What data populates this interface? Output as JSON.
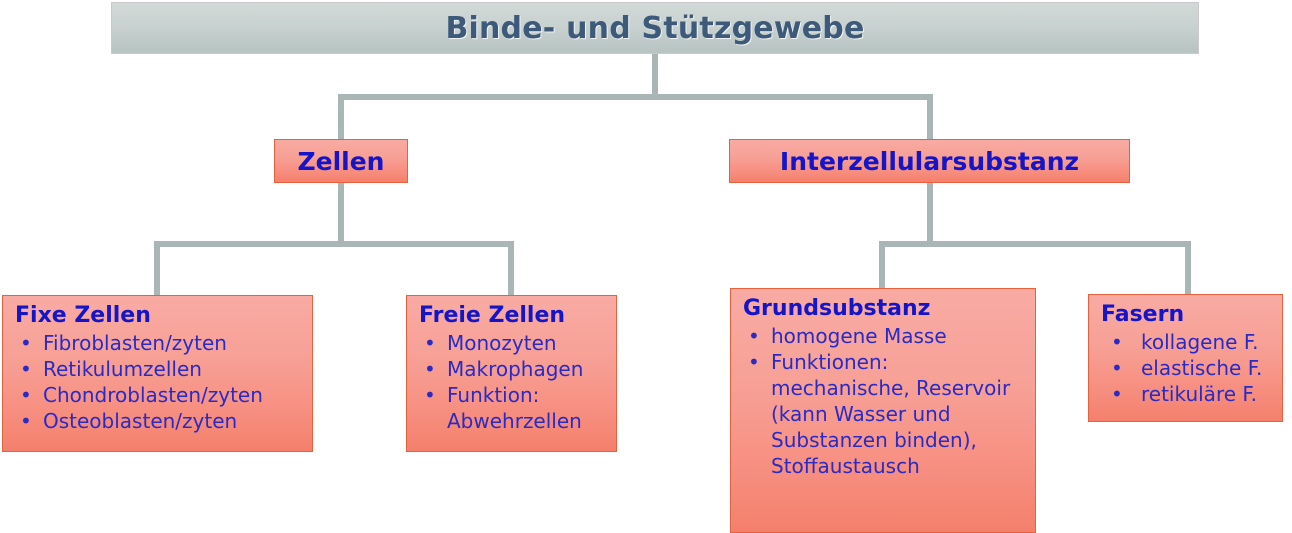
{
  "diagram": {
    "title": "Binde- und Stützgewebe",
    "colors": {
      "title_fill_top": "#d2dad8",
      "title_fill_bottom": "#b6c3c1",
      "title_text": "#3d5a7a",
      "node_fill_top": "#f8aba3",
      "node_fill_bottom": "#f4806c",
      "node_border": "#e8603c",
      "heading_text": "#1414c8",
      "bullet_text": "#2a2ac4",
      "connector": "#a9b6b5",
      "background": "#ffffff"
    },
    "bullet_glyph": "•",
    "level2": [
      {
        "label": "Zellen"
      },
      {
        "label": "Interzellularsubstanz"
      }
    ],
    "leaves": [
      {
        "title": "Fixe Zellen",
        "items": [
          "Fibroblasten/zyten",
          "Retikulumzellen",
          "Chondroblasten/zyten",
          "Osteoblasten/zyten"
        ]
      },
      {
        "title": "Freie Zellen",
        "items": [
          "Monozyten",
          "Makrophagen",
          "Funktion: Abwehrzellen"
        ]
      },
      {
        "title": "Grundsubstanz",
        "items": [
          "homogene Masse",
          "Funktionen: mechanische, Reservoir (kann Wasser und Substanzen binden), Stoffaustausch"
        ]
      },
      {
        "title": "Fasern",
        "items": [
          "kollagene F.",
          "elastische F.",
          "retikuläre F."
        ]
      }
    ]
  }
}
